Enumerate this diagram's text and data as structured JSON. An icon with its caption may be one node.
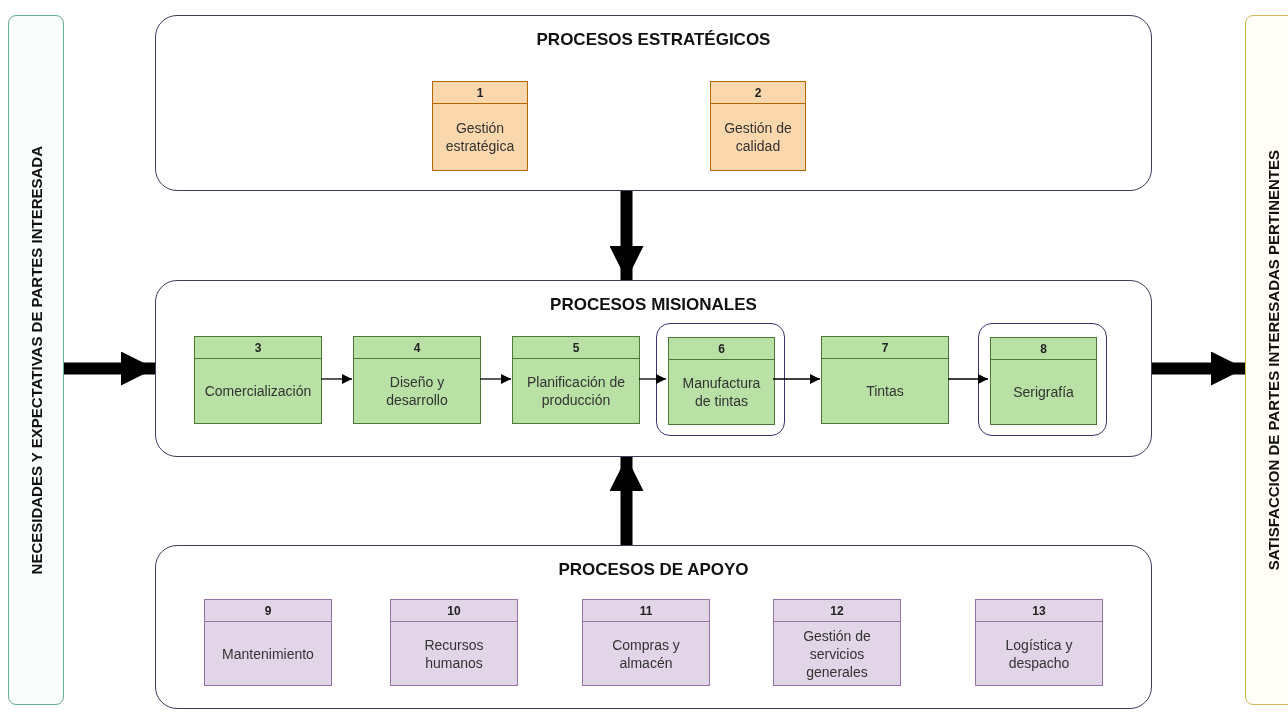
{
  "diagram": {
    "nodes": [
      {
        "text": [
          "NECESIDADES Y EXPECTATIVAS DE PARTES INTERESADA"
        ]
      },
      {
        "text": [
          "PROCESOS ESTRATÉGICOS"
        ]
      },
      {
        "text": [
          "1",
          "Gestión estratégica"
        ],
        "in": 1
      },
      {
        "text": [
          "2",
          "Gestión de calidad"
        ],
        "in": 1
      },
      {
        "text": [
          "PROCESOS MISIONALES"
        ]
      },
      {
        "text": [
          "3",
          "Comercialización"
        ],
        "in": 4
      },
      {
        "text": [
          "4",
          "Diseño y desarrollo"
        ],
        "in": 4
      },
      {
        "text": [
          "5",
          "Planificación de producción"
        ],
        "in": 4
      },
      {
        "text": [],
        "shape": "box",
        "in": 4
      },
      {
        "text": [
          "6",
          "Manufactura de tintas"
        ],
        "in": 8
      },
      {
        "text": [
          "7",
          "Tintas"
        ],
        "in": 4
      },
      {
        "text": [],
        "shape": "box",
        "in": 4
      },
      {
        "text": [
          "8",
          "Serigrafía"
        ],
        "in": 11
      },
      {
        "text": [
          "PROCESOS DE APOYO"
        ]
      },
      {
        "text": [
          "9",
          "Mantenimiento"
        ],
        "in": 13
      },
      {
        "text": [
          "10",
          "Recursos humanos"
        ],
        "in": 13
      },
      {
        "text": [
          "11",
          "Compras y almacén"
        ],
        "in": 13
      },
      {
        "text": [
          "12",
          "Gestión de servicios generales"
        ],
        "in": 13
      },
      {
        "text": [
          "13",
          "Logística y despacho"
        ],
        "in": 13
      },
      {
        "text": [
          "SATISFACCION DE PARTES INTERESADAS PERTINENTES"
        ]
      }
    ],
    "edges": [
      {
        "from": 0,
        "to": 4,
        "arrow": "to",
        "style": "thick"
      },
      {
        "from": 1,
        "to": 4,
        "arrow": "to",
        "style": "thick"
      },
      {
        "from": 13,
        "to": 4,
        "arrow": "to",
        "style": "thick"
      },
      {
        "from": 4,
        "to": 19,
        "arrow": "to",
        "style": "thick"
      },
      {
        "from": 5,
        "to": 6,
        "arrow": "to"
      },
      {
        "from": 6,
        "to": 7,
        "arrow": "to"
      },
      {
        "from": 7,
        "to": 9,
        "arrow": "to"
      },
      {
        "from": 9,
        "to": 10,
        "arrow": "to"
      },
      {
        "from": 10,
        "to": 12,
        "arrow": "to"
      }
    ]
  }
}
